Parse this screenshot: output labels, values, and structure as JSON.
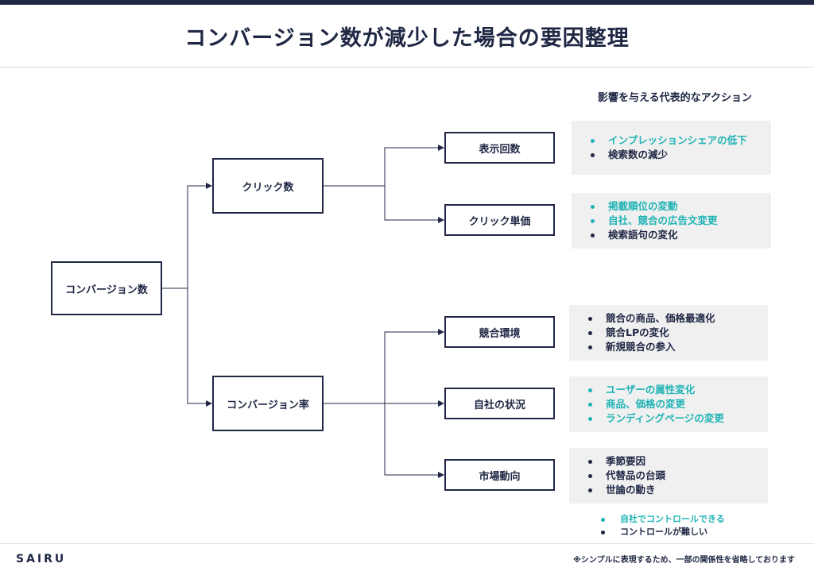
{
  "title": "コンバージョン数が減少した場合の要因整理",
  "section_title": "影響を与える代表的なアクション",
  "colors": {
    "navy": "#1f2744",
    "teal": "#1fb3b5",
    "panel": "#f0f0f0"
  },
  "tree": {
    "root": "コンバージョン数",
    "level1": [
      "クリック数",
      "コンバージョン率"
    ],
    "level2": [
      "表示回数",
      "クリック単価",
      "競合環境",
      "自社の状況",
      "市場動向"
    ]
  },
  "actions": [
    [
      {
        "text": "インプレッションシェアの低下",
        "controllable": true
      },
      {
        "text": "検索数の減少",
        "controllable": false
      }
    ],
    [
      {
        "text": "掲載順位の変動",
        "controllable": true
      },
      {
        "text": "自社、競合の広告文変更",
        "controllable": true
      },
      {
        "text": "検索語句の変化",
        "controllable": false
      }
    ],
    [
      {
        "text": "競合の商品、価格最適化",
        "controllable": false
      },
      {
        "text": "競合LPの変化",
        "controllable": false
      },
      {
        "text": "新規競合の参入",
        "controllable": false
      }
    ],
    [
      {
        "text": "ユーザーの属性変化",
        "controllable": true
      },
      {
        "text": "商品、価格の変更",
        "controllable": true
      },
      {
        "text": "ランディングページの変更",
        "controllable": true
      }
    ],
    [
      {
        "text": "季節要因",
        "controllable": false
      },
      {
        "text": "代替品の台頭",
        "controllable": false
      },
      {
        "text": "世論の動き",
        "controllable": false
      }
    ]
  ],
  "legend": {
    "controllable": "自社でコントロールできる",
    "not_controllable": "コントロールが難しい"
  },
  "footer": {
    "brand": "SAIRU",
    "note": "※シンプルに表現するため、一部の関係性を省略しております"
  }
}
